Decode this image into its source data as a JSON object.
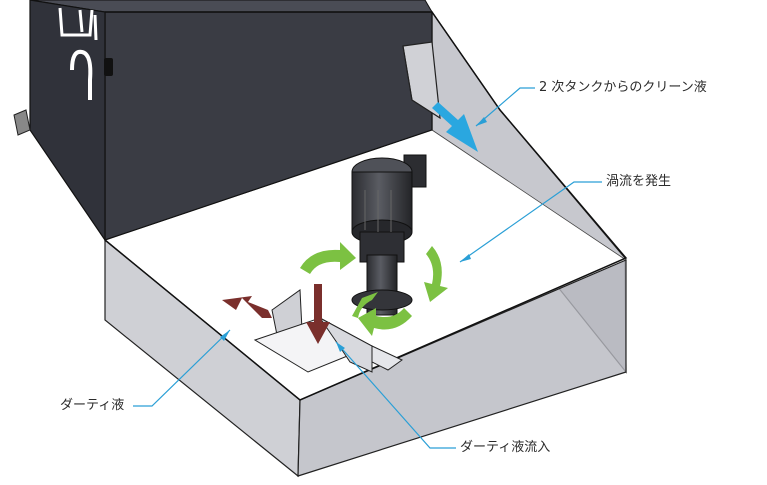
{
  "labels": {
    "clean_liquid": "2 次タンクからのクリーン液",
    "vortex": "渦流を発生",
    "dirty_liquid": "ダーティ液",
    "dirty_inflow": "ダーティ液流入"
  },
  "colors": {
    "leader_line": "#2a9fd6",
    "clean_arrow": "#2aa7e0",
    "vortex_arrow": "#7cc142",
    "dirty_arrow": "#7a2f2c",
    "tank_dark": "#3a3c44",
    "glass_tint": "#c9cad0"
  }
}
